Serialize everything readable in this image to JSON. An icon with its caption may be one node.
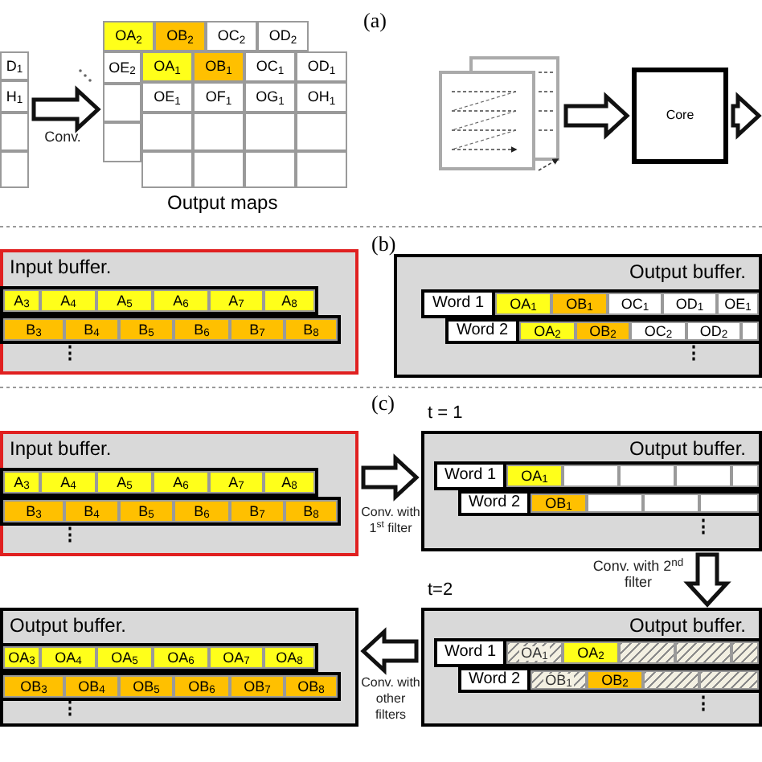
{
  "diagram": {
    "nodes": [
      {
        "text": [],
        "shape": "box"
      },
      {
        "text": [
          "D$_{1}$"
        ],
        "in": 0
      },
      {
        "text": [
          "H$_{1}$"
        ],
        "in": 0
      },
      {
        "text": [],
        "shape": "box",
        "in": 0
      },
      {
        "text": [],
        "shape": "box",
        "in": 0
      },
      {
        "text": [
          "OA$_{2}$"
        ]
      },
      {
        "text": [
          "OB$_{2}$"
        ]
      },
      {
        "text": [
          "OC$_{2}$"
        ]
      },
      {
        "text": [
          "OD$_{2}$"
        ]
      },
      {
        "text": [
          "OE$_{2}$"
        ]
      },
      {
        "text": [],
        "shape": "box"
      },
      {
        "text": [],
        "shape": "box"
      },
      {
        "text": [
          "OA$_{1}$"
        ]
      },
      {
        "text": [
          "OB$_{1}$"
        ]
      },
      {
        "text": [
          "OC$_{1}$"
        ]
      },
      {
        "text": [
          "OD$_{1}$"
        ]
      },
      {
        "text": [
          "OE$_{1}$"
        ]
      },
      {
        "text": [
          "OF$_{1}$"
        ]
      },
      {
        "text": [
          "OG$_{1}$"
        ]
      },
      {
        "text": [
          "OH$_{1}$"
        ]
      },
      {
        "text": [],
        "shape": "box"
      },
      {
        "text": [],
        "shape": "box"
      },
      {
        "text": [],
        "shape": "box"
      },
      {
        "text": [],
        "shape": "box"
      },
      {
        "text": [],
        "shape": "box"
      },
      {
        "text": [],
        "shape": "box"
      },
      {
        "text": [],
        "shape": "box"
      },
      {
        "text": [],
        "shape": "box"
      },
      {
        "text": [],
        "shape": "document"
      },
      {
        "text": [
          "Core"
        ]
      },
      {
        "text": [
          "Input buffer."
        ]
      },
      {
        "text": [],
        "shape": "bar",
        "in": 30
      },
      {
        "text": [
          "A$_{3}$"
        ],
        "in": 31
      },
      {
        "text": [
          "A$_{4}$"
        ],
        "in": 31
      },
      {
        "text": [
          "A$_{5}$"
        ],
        "in": 31
      },
      {
        "text": [
          "A$_{6}$"
        ],
        "in": 31
      },
      {
        "text": [
          "A$_{7}$"
        ],
        "in": 31
      },
      {
        "text": [
          "A$_{8}$"
        ],
        "in": 31
      },
      {
        "text": [],
        "shape": "bar",
        "in": 30
      },
      {
        "text": [
          "B$_{3}$"
        ],
        "in": 38
      },
      {
        "text": [
          "B$_{4}$"
        ],
        "in": 38
      },
      {
        "text": [
          "B$_{5}$"
        ],
        "in": 38
      },
      {
        "text": [
          "B$_{6}$"
        ],
        "in": 38
      },
      {
        "text": [
          "B$_{7}$"
        ],
        "in": 38
      },
      {
        "text": [
          "B$_{8}$"
        ],
        "in": 38
      },
      {
        "text": [
          "Output buffer."
        ]
      },
      {
        "text": [],
        "shape": "bar",
        "in": 45
      },
      {
        "text": [
          "Word 1"
        ],
        "in": 46
      },
      {
        "text": [
          "OA$_{1}$"
        ],
        "in": 46
      },
      {
        "text": [
          "OB$_{1}$"
        ],
        "in": 46
      },
      {
        "text": [
          "OC$_{1}$"
        ],
        "in": 46
      },
      {
        "text": [
          "OD$_{1}$"
        ],
        "in": 46
      },
      {
        "text": [
          "OE$_{1}$"
        ],
        "in": 46
      },
      {
        "text": [],
        "shape": "bar",
        "in": 45
      },
      {
        "text": [
          "Word 2"
        ],
        "in": 53
      },
      {
        "text": [
          "OA$_{2}$"
        ],
        "in": 53
      },
      {
        "text": [
          "OB$_{2}$"
        ],
        "in": 53
      },
      {
        "text": [
          "OC$_{2}$"
        ],
        "in": 53
      },
      {
        "text": [
          "OD$_{2}$"
        ],
        "in": 53
      },
      {
        "text": [],
        "shape": "box",
        "in": 53
      },
      {
        "text": [
          "Input buffer."
        ]
      },
      {
        "text": [],
        "shape": "bar",
        "in": 60
      },
      {
        "text": [
          "A$_{3}$"
        ],
        "in": 61
      },
      {
        "text": [
          "A$_{4}$"
        ],
        "in": 61
      },
      {
        "text": [
          "A$_{5}$"
        ],
        "in": 61
      },
      {
        "text": [
          "A$_{6}$"
        ],
        "in": 61
      },
      {
        "text": [
          "A$_{7}$"
        ],
        "in": 61
      },
      {
        "text": [
          "A$_{8}$"
        ],
        "in": 61
      },
      {
        "text": [],
        "shape": "bar",
        "in": 60
      },
      {
        "text": [
          "B$_{3}$"
        ],
        "in": 68
      },
      {
        "text": [
          "B$_{4}$"
        ],
        "in": 68
      },
      {
        "text": [
          "B$_{5}$"
        ],
        "in": 68
      },
      {
        "text": [
          "B$_{6}$"
        ],
        "in": 68
      },
      {
        "text": [
          "B$_{7}$"
        ],
        "in": 68
      },
      {
        "text": [
          "B$_{8}$"
        ],
        "in": 68
      },
      {
        "text": [
          "Output buffer."
        ]
      },
      {
        "text": [],
        "shape": "bar",
        "in": 75
      },
      {
        "text": [
          "Word 1"
        ],
        "in": 76
      },
      {
        "text": [
          "OA$_{1}$"
        ],
        "in": 76
      },
      {
        "text": [],
        "shape": "box",
        "in": 76
      },
      {
        "text": [],
        "shape": "box",
        "in": 76
      },
      {
        "text": [],
        "shape": "box",
        "in": 76
      },
      {
        "text": [],
        "shape": "box",
        "in": 76
      },
      {
        "text": [],
        "shape": "bar",
        "in": 75
      },
      {
        "text": [
          "Word 2"
        ],
        "in": 83
      },
      {
        "text": [
          "OB$_{1}$"
        ],
        "in": 83
      },
      {
        "text": [],
        "shape": "box",
        "in": 83
      },
      {
        "text": [],
        "shape": "box",
        "in": 83
      },
      {
        "text": [],
        "shape": "box",
        "in": 83
      },
      {
        "text": [
          "Output buffer."
        ]
      },
      {
        "text": [],
        "shape": "bar",
        "in": 89
      },
      {
        "text": [
          "Word 1"
        ],
        "in": 90
      },
      {
        "text": [
          "OA$_{1}$"
        ],
        "in": 90
      },
      {
        "text": [
          "OA$_{2}$"
        ],
        "in": 90
      },
      {
        "text": [],
        "shape": "box",
        "in": 90
      },
      {
        "text": [],
        "shape": "box",
        "in": 90
      },
      {
        "text": [],
        "shape": "box",
        "in": 90
      },
      {
        "text": [],
        "shape": "bar",
        "in": 89
      },
      {
        "text": [
          "Word 2"
        ],
        "in": 97
      },
      {
        "text": [
          "OB$_{1}$"
        ],
        "in": 97
      },
      {
        "text": [
          "OB$_{2}$"
        ],
        "in": 97
      },
      {
        "text": [],
        "shape": "box",
        "in": 97
      },
      {
        "text": [],
        "shape": "box",
        "in": 97
      },
      {
        "text": [
          "Output buffer."
        ]
      },
      {
        "text": [],
        "shape": "bar",
        "in": 103
      },
      {
        "text": [
          "OA$_{3}$"
        ],
        "in": 104
      },
      {
        "text": [
          "OA$_{4}$"
        ],
        "in": 104
      },
      {
        "text": [
          "OA$_{5}$"
        ],
        "in": 104
      },
      {
        "text": [
          "OA$_{6}$"
        ],
        "in": 104
      },
      {
        "text": [
          "OA$_{7}$"
        ],
        "in": 104
      },
      {
        "text": [
          "OA$_{8}$"
        ],
        "in": 104
      },
      {
        "text": [],
        "shape": "bar",
        "in": 103
      },
      {
        "text": [
          "OB$_{3}$"
        ],
        "in": 111
      },
      {
        "text": [
          "OB$_{4}$"
        ],
        "in": 111
      },
      {
        "text": [
          "OB$_{5}$"
        ],
        "in": 111
      },
      {
        "text": [
          "OB$_{6}$"
        ],
        "in": 111
      },
      {
        "text": [
          "OB$_{7}$"
        ],
        "in": 111
      },
      {
        "text": [
          "OB$_{8}$"
        ],
        "in": 111
      }
    ],
    "edges": [
      {
        "from": 0,
        "to": 10,
        "arrow": "to",
        "label": "Conv."
      },
      {
        "from": 28,
        "to": 29,
        "arrow": "to"
      },
      {
        "from": 29,
        "to": null,
        "arrow": "to"
      },
      {
        "from": 60,
        "to": 75,
        "arrow": "to",
        "label": "Conv. with 1$^{st}$ filter"
      },
      {
        "from": 75,
        "to": 89,
        "arrow": "to",
        "label": "Conv. with 2$^{nd}$ filter"
      },
      {
        "from": 89,
        "to": 103,
        "arrow": "to",
        "label": "Conv. with other filters"
      }
    ],
    "labels": [
      "(a)",
      "Output maps",
      "(b)",
      "⋮",
      "⋮",
      "(c)",
      "t = 1",
      "⋮",
      "⋮",
      "t=2",
      "⋮",
      "⋮"
    ]
  }
}
